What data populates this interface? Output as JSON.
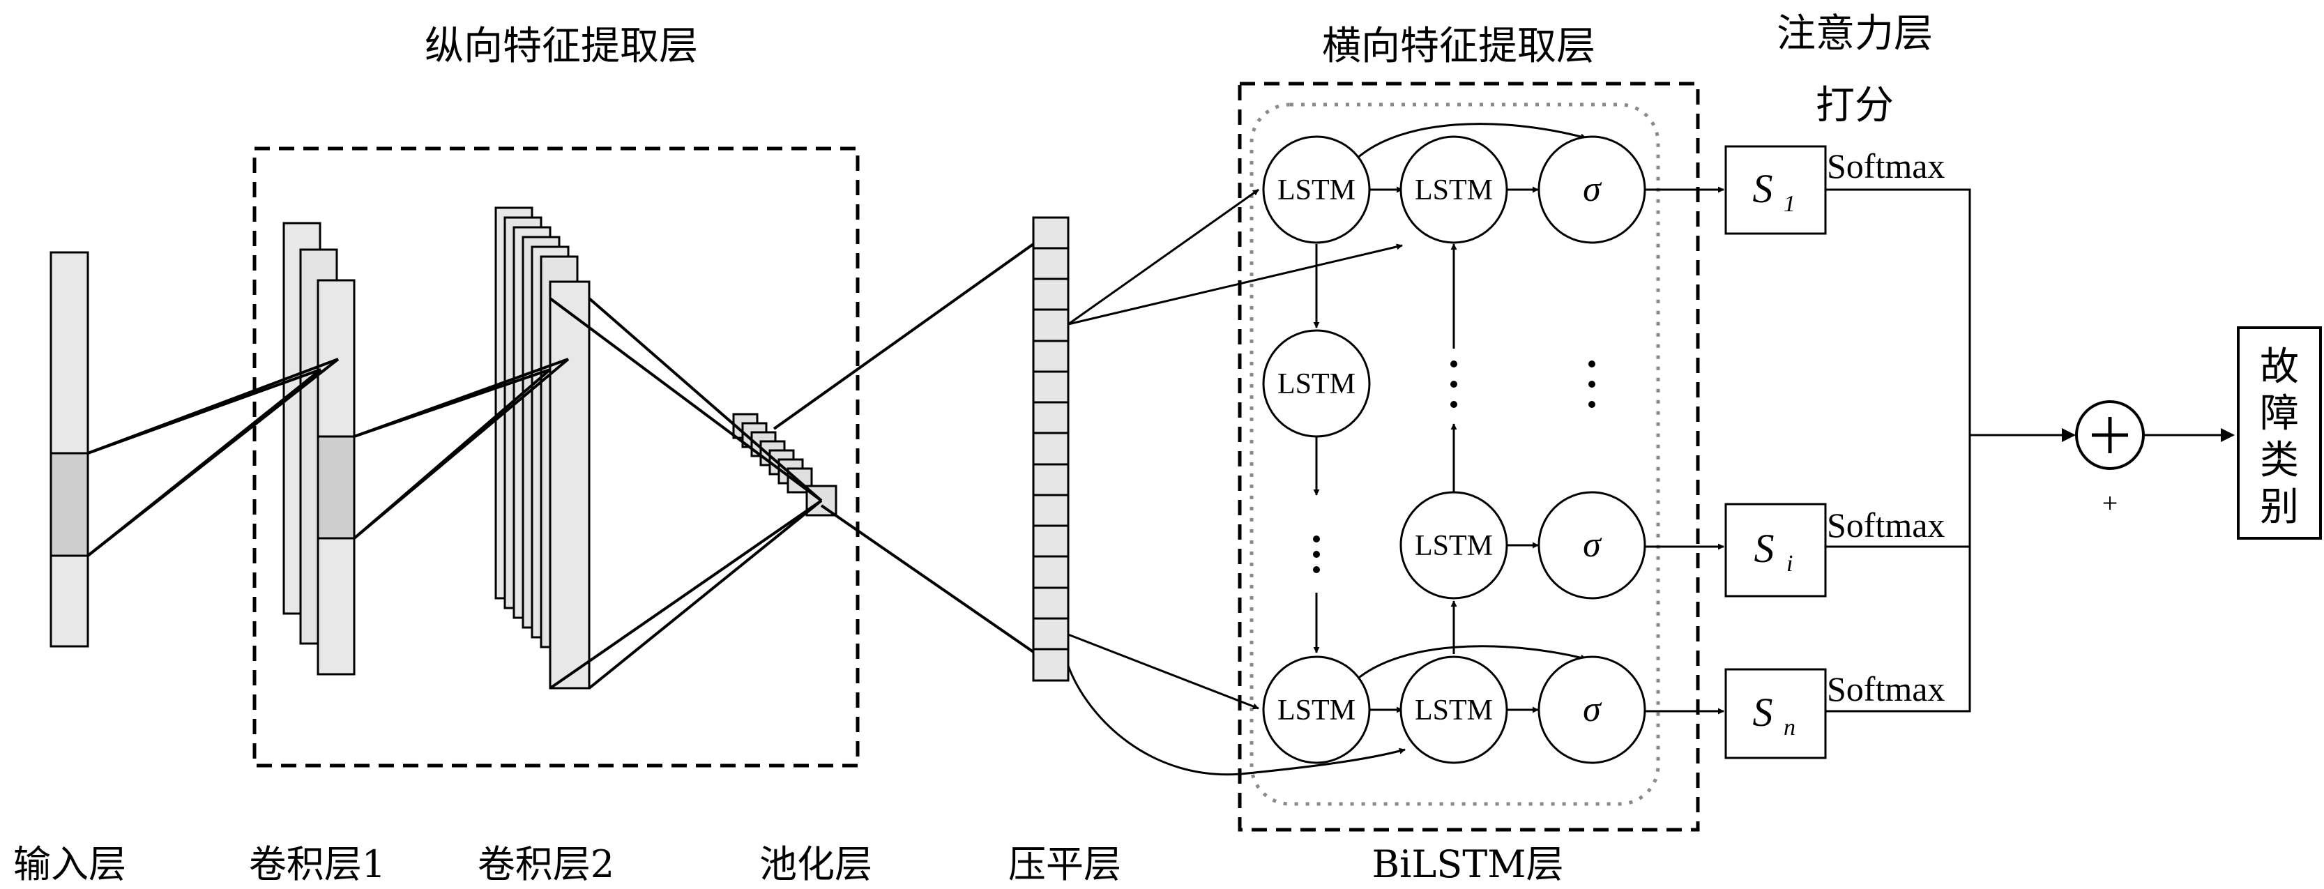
{
  "titles": {
    "vertical_extraction": "纵向特征提取层",
    "horizontal_extraction": "横向特征提取层",
    "attention_layer": "注意力层",
    "scoring": "打分"
  },
  "bottom_labels": {
    "input": "输入层",
    "conv1": "卷积层1",
    "conv2": "卷积层2",
    "pool": "池化层",
    "flatten": "压平层",
    "bilstm": "BiLSTM层"
  },
  "cells": {
    "lstm": "LSTM",
    "sigma": "σ"
  },
  "scores": {
    "s1_main": "S",
    "s1_sub": "1",
    "si_main": "S",
    "si_sub": "i",
    "sn_main": "S",
    "sn_sub": "n"
  },
  "softmax": "Softmax",
  "sum_symbol": "+",
  "output_label": [
    "故",
    "障",
    "类",
    "别"
  ]
}
